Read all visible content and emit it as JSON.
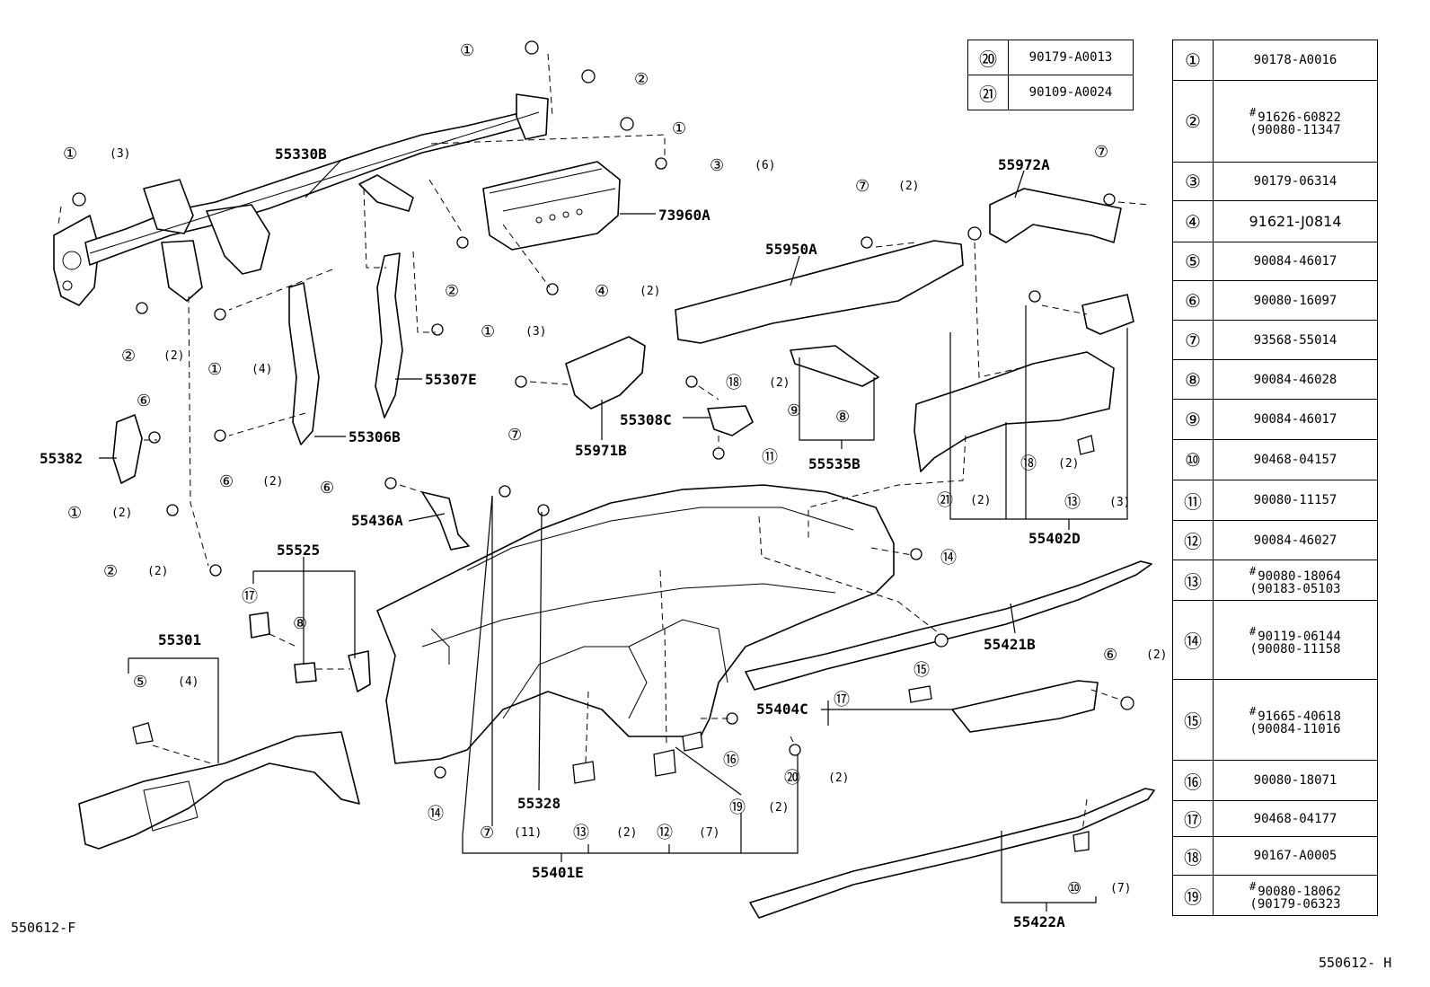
{
  "diagram": {
    "part_labels": {
      "p55330B": "55330B",
      "p73960A": "73960A",
      "p55307E": "55307E",
      "p55306B": "55306B",
      "p55382": "55382",
      "p55436A": "55436A",
      "p55525": "55525",
      "p55301": "55301",
      "p55328": "55328",
      "p55401E": "55401E",
      "p55971B": "55971B",
      "p55308C": "55308C",
      "p55535B": "55535B",
      "p55950A": "55950A",
      "p55972A": "55972A",
      "p55402D": "55402D",
      "p55421B": "55421B",
      "p55404C": "55404C",
      "p55422A": "55422A"
    },
    "quantities": {
      "q3": "(3)",
      "q6": "(6)",
      "q2": "(2)",
      "q4": "(4)",
      "q11": "(11)",
      "q7": "(7)"
    },
    "symbols": {
      "c1": "①",
      "c2": "②",
      "c3": "③",
      "c4": "④",
      "c5": "⑤",
      "c6": "⑥",
      "c7": "⑦",
      "c8": "⑧",
      "c9": "⑨",
      "c10": "⑩",
      "c11": "⑪",
      "c12": "⑫",
      "c13": "⑬",
      "c14": "⑭",
      "c15": "⑮",
      "c16": "⑯",
      "c17": "⑰",
      "c18": "⑱",
      "c19": "⑲",
      "c20": "⑳",
      "c21": "㉑",
      "sharp": "#"
    }
  },
  "footer": {
    "code_left": "550612-F",
    "code_right": "550612- H"
  },
  "small_table": [
    {
      "num": "⑳",
      "part": "90179-A0013"
    },
    {
      "num": "㉑",
      "part": "90109-A0024"
    }
  ],
  "main_table": [
    {
      "num": "①",
      "part": "90178-A0016"
    },
    {
      "num": "②",
      "part": "91626-60822",
      "alt": "(90080-11347"
    },
    {
      "num": "③",
      "part": "90179-06314"
    },
    {
      "num": "④",
      "part": "91621-J0814"
    },
    {
      "num": "⑤",
      "part": "90084-46017"
    },
    {
      "num": "⑥",
      "part": "90080-16097"
    },
    {
      "num": "⑦",
      "part": "93568-55014"
    },
    {
      "num": "⑧",
      "part": "90084-46028"
    },
    {
      "num": "⑨",
      "part": "90084-46017"
    },
    {
      "num": "⑩",
      "part": "90468-04157"
    },
    {
      "num": "⑪",
      "part": "90080-11157"
    },
    {
      "num": "⑫",
      "part": "90084-46027"
    },
    {
      "num": "⑬",
      "part": "90080-18064",
      "alt": "(90183-05103"
    },
    {
      "num": "⑭",
      "part": "90119-06144",
      "alt": "(90080-11158"
    },
    {
      "num": "⑮",
      "part": "91665-40618",
      "alt": "(90084-11016"
    },
    {
      "num": "⑯",
      "part": "90080-18071"
    },
    {
      "num": "⑰",
      "part": "90468-04177"
    },
    {
      "num": "⑱",
      "part": "90167-A0005"
    },
    {
      "num": "⑲",
      "part": "90080-18062",
      "alt": "(90179-06323"
    }
  ]
}
